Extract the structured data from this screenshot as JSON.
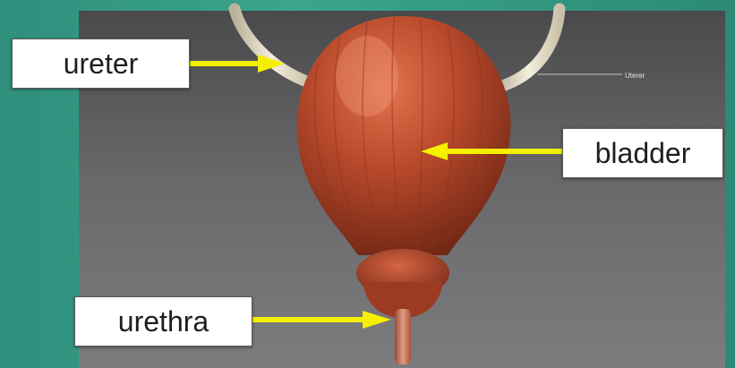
{
  "labels": {
    "ureter": "ureter",
    "bladder": "bladder",
    "urethra": "urethra",
    "small_ureter": "Uterer"
  },
  "colors": {
    "arrow": "#f4f000",
    "organ": "#b5462a",
    "background_teal": "#3aa58c",
    "panel_gray": "#5c5c5c"
  }
}
